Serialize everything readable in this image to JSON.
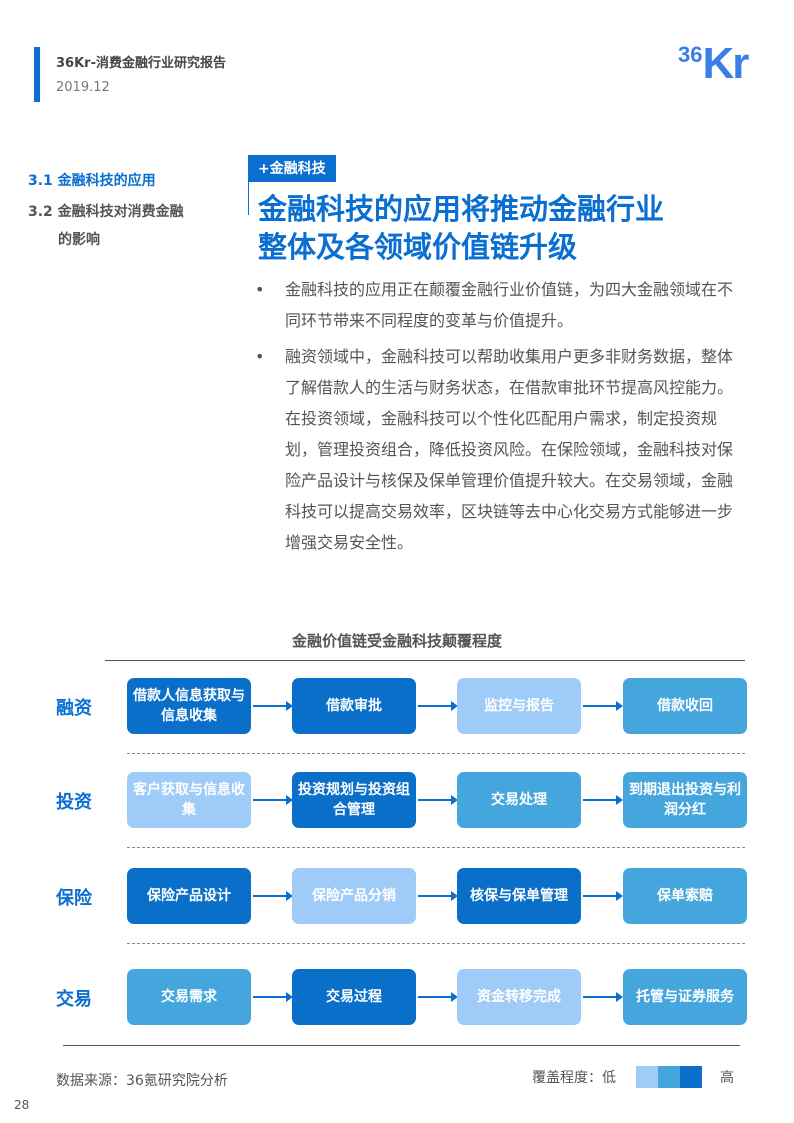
{
  "header": {
    "title": "36Kr-消费金融行业研究报告",
    "date": "2019.12",
    "logo_top": "36",
    "logo_main": "Kr"
  },
  "nav": {
    "item1": "3.1 金融科技的应用",
    "item2a": "3.2 金融科技对消费金融",
    "item2b": "的影响"
  },
  "section": {
    "tag": "+金融科技",
    "title1": "金融科技的应用将推动金融行业",
    "title2": "整体及各领域价值链升级"
  },
  "bullets": [
    "金融科技的应用正在颠覆金融行业价值链，为四大金融领域在不同环节带来不同程度的变革与价值提升。",
    "融资领域中，金融科技可以帮助收集用户更多非财务数据，整体了解借款人的生活与财务状态，在借款审批环节提高风控能力。在投资领域，金融科技可以个性化匹配用户需求，制定投资规划，管理投资组合，降低投资风险。在保险领域，金融科技对保险产品设计与核保及保单管理价值提升较大。在交易领域，金融科技可以提高交易效率，区块链等去中心化交易方式能够进一步增强交易安全性。"
  ],
  "bullet_symbol": "•",
  "chart": {
    "title": "金融价值链受金融科技颠覆程度",
    "rows": [
      {
        "label": "融资",
        "steps": [
          {
            "text": "借款人信息获取与信息收集",
            "level": 3
          },
          {
            "text": "借款审批",
            "level": 3
          },
          {
            "text": "监控与报告",
            "level": 1
          },
          {
            "text": "借款收回",
            "level": 2
          }
        ]
      },
      {
        "label": "投资",
        "steps": [
          {
            "text": "客户获取与信息收集",
            "level": 1
          },
          {
            "text": "投资规划与投资组合管理",
            "level": 3
          },
          {
            "text": "交易处理",
            "level": 2
          },
          {
            "text": "到期退出投资与利润分红",
            "level": 2
          }
        ]
      },
      {
        "label": "保险",
        "steps": [
          {
            "text": "保险产品设计",
            "level": 3
          },
          {
            "text": "保险产品分销",
            "level": 1
          },
          {
            "text": "核保与保单管理",
            "level": 3
          },
          {
            "text": "保单索赔",
            "level": 2
          }
        ]
      },
      {
        "label": "交易",
        "steps": [
          {
            "text": "交易需求",
            "level": 2
          },
          {
            "text": "交易过程",
            "level": 3
          },
          {
            "text": "资金转移完成",
            "level": 1
          },
          {
            "text": "托管与证券服务",
            "level": 2
          }
        ]
      }
    ],
    "colors": {
      "1": "#9ecbf7",
      "2": "#45a5dd",
      "3": "#0a6fc9"
    }
  },
  "footer": {
    "source": "数据来源：36氪研究院分析",
    "legend_label": "覆盖程度：低",
    "legend_high": "高",
    "page": "28"
  }
}
